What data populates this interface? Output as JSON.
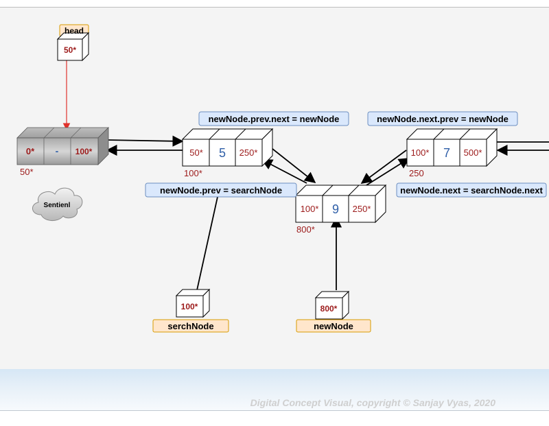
{
  "sentinel": {
    "cells": [
      "0*",
      "-",
      "100*"
    ],
    "address": "50*",
    "cloud_label": "Sentienl"
  },
  "node_search": {
    "cells": [
      "50*",
      "5",
      "250*"
    ],
    "address": "100*"
  },
  "node_next": {
    "cells": [
      "100*",
      "7",
      "500*"
    ],
    "address": "250"
  },
  "node_new": {
    "cells": [
      "100*",
      "9",
      "250*"
    ],
    "address": "800*"
  },
  "pointers": {
    "head": {
      "label": "head",
      "value": "50*"
    },
    "serch_node": {
      "label": "serchNode",
      "value": "100*"
    },
    "new_node": {
      "label": "newNode",
      "value": "800*"
    }
  },
  "annotations": {
    "prev_next": "newNode.prev.next = newNode",
    "next_prev": "newNode.next.prev = newNode",
    "new_prev": "newNode.prev = searchNode",
    "new_next": "newNode.next = searchNode.next"
  },
  "colors": {
    "address_red": "#9c1a1a",
    "value_blue": "#2f5fa8",
    "annotation_fill": "#dae8fc",
    "annotation_stroke": "#6c8ebf",
    "label_fill": "#ffe6cc",
    "label_stroke": "#d79b00",
    "head_arrow": "#e0312b"
  },
  "footer": {
    "copyright": "Digital Concept Visual, copyright © Sanjay Vyas, 2020"
  }
}
